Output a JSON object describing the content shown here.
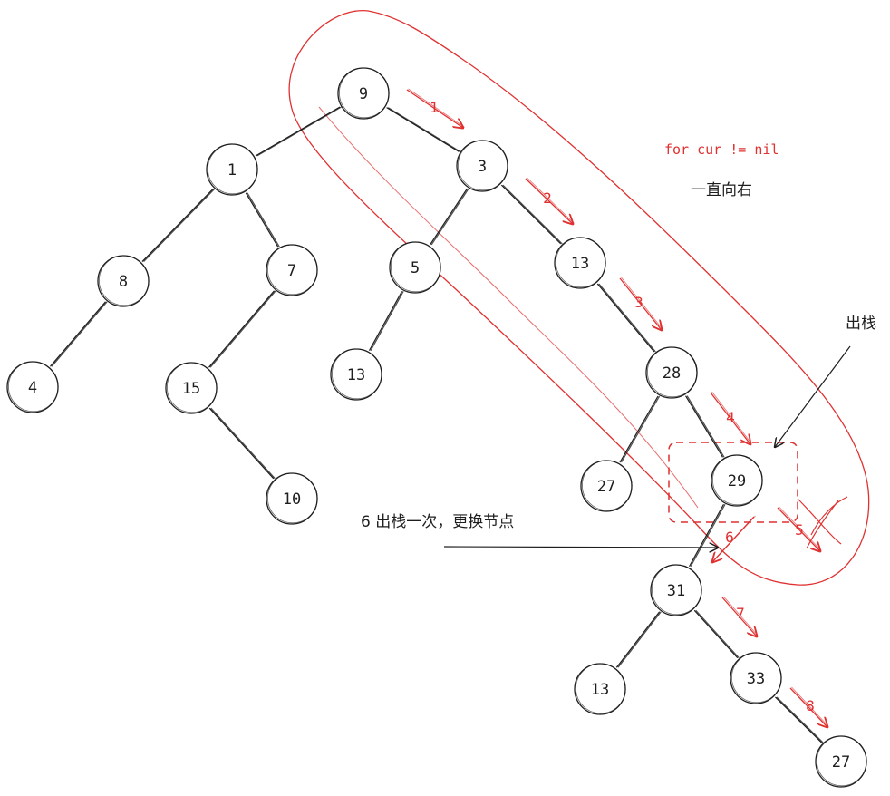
{
  "nodes": [
    {
      "id": "n9",
      "label": "9"
    },
    {
      "id": "n1",
      "label": "1"
    },
    {
      "id": "n3",
      "label": "3"
    },
    {
      "id": "n8",
      "label": "8"
    },
    {
      "id": "n7",
      "label": "7"
    },
    {
      "id": "n5",
      "label": "5"
    },
    {
      "id": "n13a",
      "label": "13"
    },
    {
      "id": "n4",
      "label": "4"
    },
    {
      "id": "n15",
      "label": "15"
    },
    {
      "id": "n13b",
      "label": "13"
    },
    {
      "id": "n28",
      "label": "28"
    },
    {
      "id": "n10",
      "label": "10"
    },
    {
      "id": "n27a",
      "label": "27"
    },
    {
      "id": "n29",
      "label": "29"
    },
    {
      "id": "n31",
      "label": "31"
    },
    {
      "id": "n13c",
      "label": "13"
    },
    {
      "id": "n33",
      "label": "33"
    },
    {
      "id": "n27b",
      "label": "27"
    }
  ],
  "steps": [
    "1",
    "2",
    "3",
    "4",
    "5",
    "6",
    "7",
    "8"
  ],
  "annotations": {
    "loop_code": "for cur != nil",
    "loop_desc": "一直向右",
    "pop_label": "出栈",
    "step6_note": "6  出栈一次，更换节点"
  },
  "colors": {
    "ink": "#1e1e1e",
    "accent": "#e03131"
  }
}
